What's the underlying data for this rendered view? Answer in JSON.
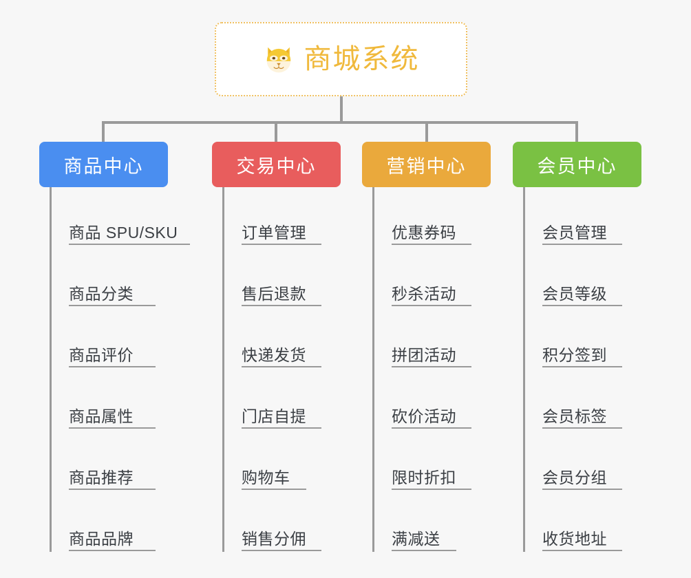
{
  "page": {
    "background_color": "#f7f7f7",
    "line_color": "#9a9a9a",
    "text_color": "#3b3f44"
  },
  "root": {
    "title": "商城系统",
    "icon": "dog-face-emoji",
    "title_color": "#f0b93c",
    "border_color": "#f0c060",
    "background_color": "#ffffff"
  },
  "branches": [
    {
      "label": "商品中心",
      "color": "#4a8ef0",
      "items": [
        "商品 SPU/SKU",
        "商品分类",
        "商品评价",
        "商品属性",
        "商品推荐",
        "商品品牌"
      ]
    },
    {
      "label": "交易中心",
      "color": "#e85d5d",
      "items": [
        "订单管理",
        "售后退款",
        "快递发货",
        "门店自提",
        "购物车",
        "销售分佣"
      ]
    },
    {
      "label": "营销中心",
      "color": "#eaa93c",
      "items": [
        "优惠券码",
        "秒杀活动",
        "拼团活动",
        "砍价活动",
        "限时折扣",
        "满减送"
      ]
    },
    {
      "label": "会员中心",
      "color": "#7ac143",
      "items": [
        "会员管理",
        "会员等级",
        "积分签到",
        "会员标签",
        "会员分组",
        "收货地址"
      ]
    }
  ]
}
